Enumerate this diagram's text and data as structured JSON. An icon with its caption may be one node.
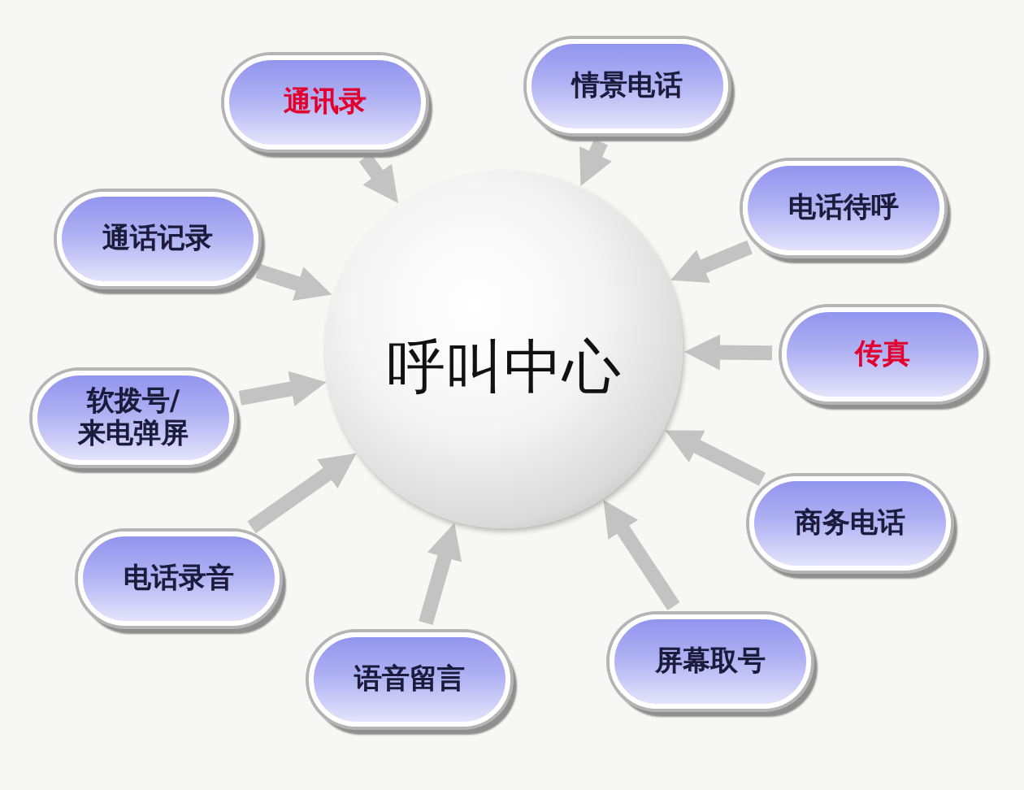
{
  "diagram": {
    "nodes": [
      {
        "text": [
          "呼叫中心"
        ]
      },
      {
        "text": [
          "通讯录"
        ]
      },
      {
        "text": [
          "情景电话"
        ]
      },
      {
        "text": [
          "电话待呼"
        ]
      },
      {
        "text": [
          "传真"
        ]
      },
      {
        "text": [
          "商务电话"
        ]
      },
      {
        "text": [
          "屏幕取号"
        ]
      },
      {
        "text": [
          "语音留言"
        ]
      },
      {
        "text": [
          "电话录音"
        ]
      },
      {
        "text": [
          "软拨号/来电弹屏"
        ]
      },
      {
        "text": [
          "通话记录"
        ]
      }
    ],
    "edges": [
      {
        "from": 1,
        "to": 0,
        "arrow": "to"
      },
      {
        "from": 2,
        "to": 0,
        "arrow": "to"
      },
      {
        "from": 3,
        "to": 0,
        "arrow": "to"
      },
      {
        "from": 4,
        "to": 0,
        "arrow": "to"
      },
      {
        "from": 5,
        "to": 0,
        "arrow": "to"
      },
      {
        "from": 6,
        "to": 0,
        "arrow": "to"
      },
      {
        "from": 7,
        "to": 0,
        "arrow": "to"
      },
      {
        "from": 8,
        "to": 0,
        "arrow": "to"
      },
      {
        "from": 9,
        "to": 0,
        "arrow": "to"
      },
      {
        "from": 10,
        "to": 0,
        "arrow": "to"
      }
    ]
  }
}
